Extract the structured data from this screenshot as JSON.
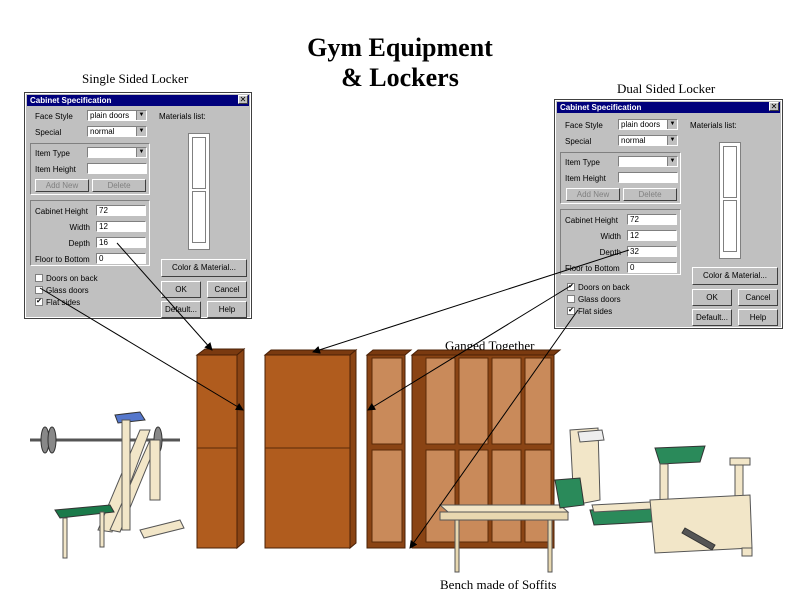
{
  "title_line1": "Gym Equipment",
  "title_line2": "& Lockers",
  "captions": {
    "single": "Single Sided Locker",
    "dual": "Dual Sided Locker",
    "ganged": "Ganged Together",
    "bench": "Bench made of Soffits"
  },
  "dialog_left": {
    "title": "Cabinet Specification",
    "close": "✕",
    "face_style_label": "Face Style",
    "face_style_value": "plain doors",
    "special_label": "Special",
    "special_value": "normal",
    "item_type_label": "Item Type",
    "item_type_value": "",
    "item_height_label": "Item Height",
    "item_height_value": "",
    "add_new": "Add New",
    "delete": "Delete",
    "cabinet_height_label": "Cabinet Height",
    "cabinet_height_value": "72",
    "width_label": "Width",
    "width_value": "12",
    "depth_label": "Depth",
    "depth_value": "16",
    "floor_label": "Floor to Bottom",
    "floor_value": "0",
    "materials_label": "Materials list:",
    "color_material": "Color & Material...",
    "ok": "OK",
    "cancel": "Cancel",
    "default": "Default...",
    "help": "Help",
    "doors_on_back": "Doors on back",
    "glass_doors": "Glass doors",
    "flat_sides": "Flat sides",
    "doors_on_back_checked": false,
    "glass_doors_checked": false,
    "flat_sides_checked": true
  },
  "dialog_right": {
    "title": "Cabinet Specification",
    "close": "✕",
    "face_style_label": "Face Style",
    "face_style_value": "plain doors",
    "special_label": "Special",
    "special_value": "normal",
    "item_type_label": "Item Type",
    "item_type_value": "",
    "item_height_label": "Item Height",
    "item_height_value": "",
    "add_new": "Add New",
    "delete": "Delete",
    "cabinet_height_label": "Cabinet Height",
    "cabinet_height_value": "72",
    "width_label": "Width",
    "width_value": "12",
    "depth_label": "Depth",
    "depth_value": "32",
    "floor_label": "Floor to Bottom",
    "floor_value": "0",
    "materials_label": "Materials list:",
    "color_material": "Color & Material...",
    "ok": "OK",
    "cancel": "Cancel",
    "default": "Default...",
    "help": "Help",
    "doors_on_back": "Doors on back",
    "glass_doors": "Glass doors",
    "flat_sides": "Flat sides",
    "doors_on_back_checked": true,
    "glass_doors_checked": false,
    "flat_sides_checked": true
  },
  "colors": {
    "locker_dark": "#b05c1e",
    "locker_light": "#c98a5a",
    "titlebar": "#00007b",
    "dialog_bg": "#c0c0c0"
  }
}
